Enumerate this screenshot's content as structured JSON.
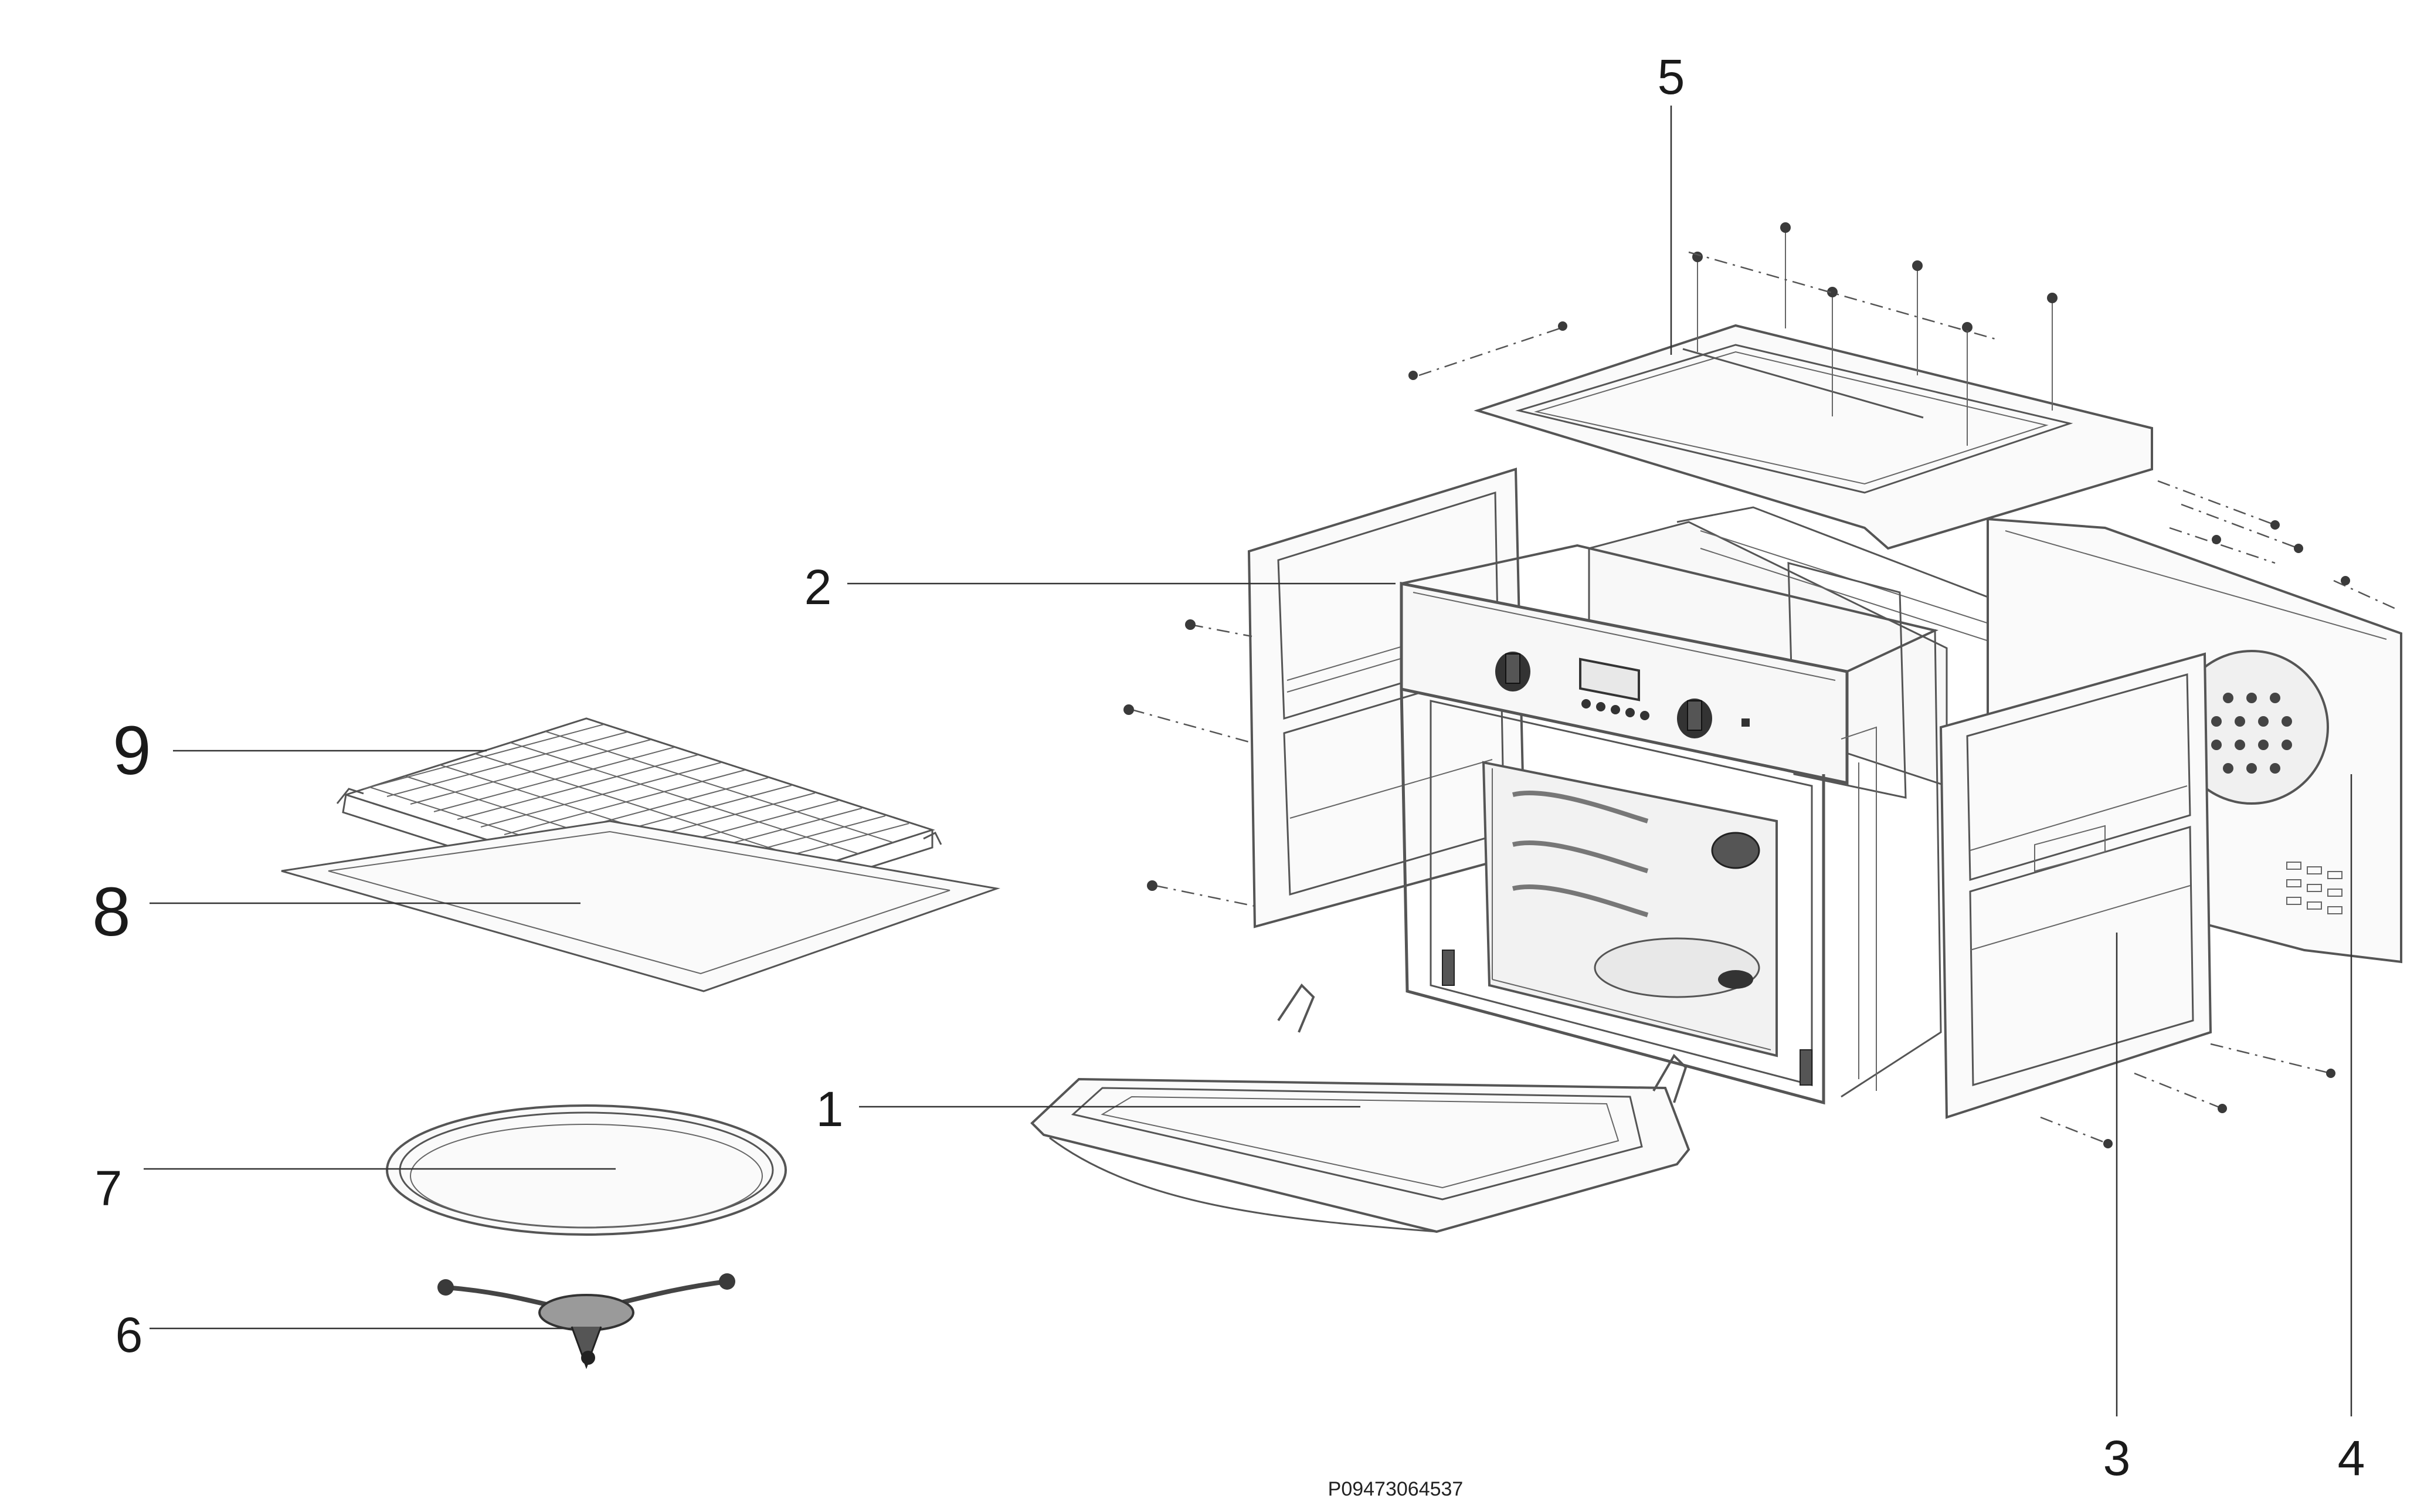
{
  "diagram": {
    "callouts": [
      {
        "id": "1",
        "label": "1"
      },
      {
        "id": "2",
        "label": "2"
      },
      {
        "id": "3",
        "label": "3"
      },
      {
        "id": "4",
        "label": "4"
      },
      {
        "id": "5",
        "label": "5"
      },
      {
        "id": "6",
        "label": "6"
      },
      {
        "id": "7",
        "label": "7"
      },
      {
        "id": "8",
        "label": "8"
      },
      {
        "id": "9",
        "label": "9"
      }
    ],
    "drawing_code": "P09473064537"
  }
}
